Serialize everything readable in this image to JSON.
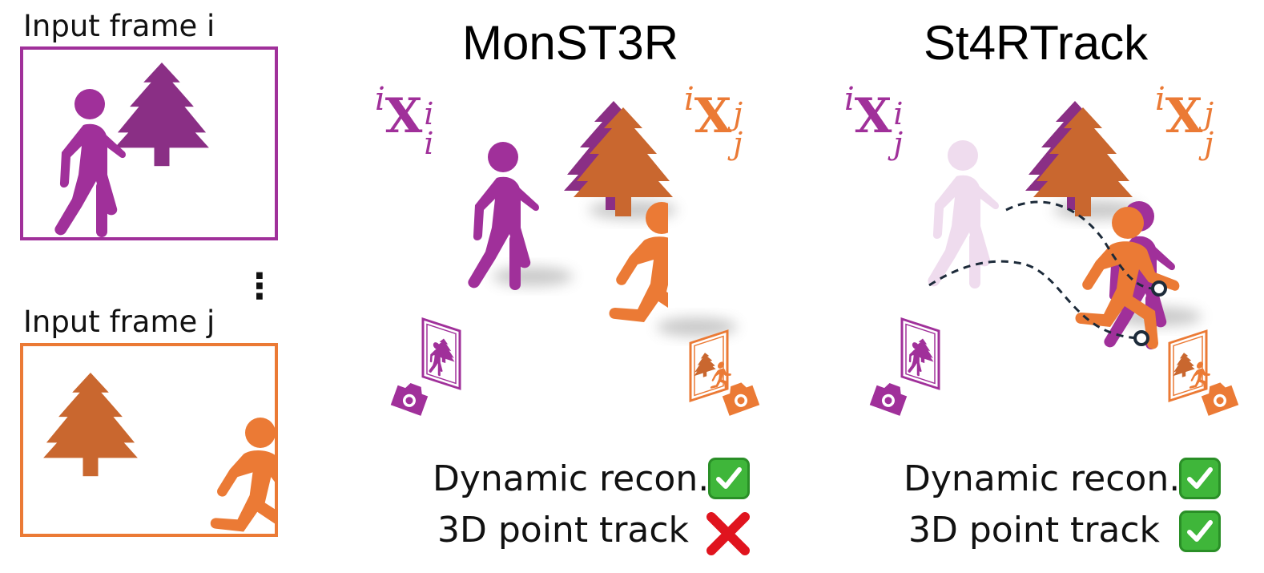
{
  "labels": {
    "frame_i": "Input frame i",
    "frame_j": "Input frame j",
    "ellipsis": "⋮"
  },
  "columns": [
    {
      "title": "MonST3R",
      "sym_left": {
        "pre": "i",
        "main": "X",
        "sup": "i",
        "sub": "i"
      },
      "sym_right": {
        "pre": "i",
        "main": "X",
        "sup": "j",
        "sub": "j"
      },
      "rows": [
        {
          "text": "Dynamic recon.",
          "status": "check"
        },
        {
          "text": "3D point track",
          "status": "cross"
        }
      ]
    },
    {
      "title": "St4RTrack",
      "sym_left": {
        "pre": "i",
        "main": "X",
        "sup": "i",
        "sub": "j"
      },
      "sym_right": {
        "pre": "i",
        "main": "X",
        "sup": "j",
        "sub": "j"
      },
      "rows": [
        {
          "text": "Dynamic recon.",
          "status": "check"
        },
        {
          "text": "3D point track",
          "status": "check"
        }
      ]
    }
  ],
  "colors": {
    "purple": "#a0309a",
    "purple_tree": "#8a2f85",
    "orange": "#eb7a35",
    "orange_tree": "#c9672f",
    "faded_purple": "#efdcee",
    "check_green": "#3fb63a",
    "cross_red": "#e0141e",
    "track_line": "#1d2b3a"
  },
  "icons": [
    "person-walking-icon",
    "person-running-icon",
    "tree-icon",
    "camera-icon",
    "check-mark-icon",
    "cross-mark-icon"
  ]
}
